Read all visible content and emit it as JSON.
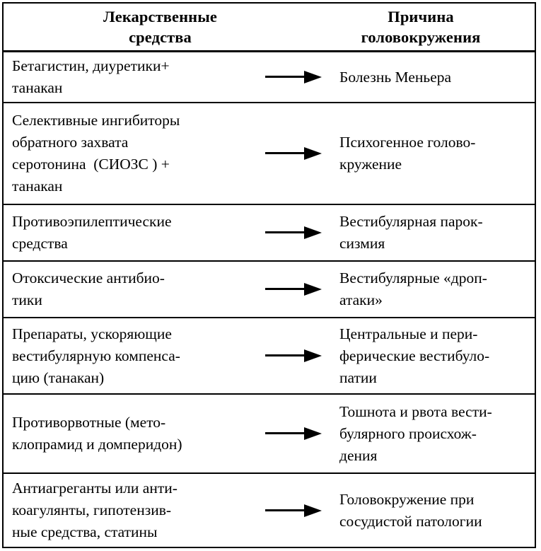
{
  "table": {
    "header": {
      "col_drugs": [
        "Лекарственные",
        "средства"
      ],
      "col_cause": [
        "Причина",
        "головокружения"
      ]
    },
    "arrow_icon": "right-arrow-icon",
    "rows": [
      {
        "drug": [
          "Бетагистин, диуретики+",
          "танакан"
        ],
        "cause": [
          "Болезнь Меньера"
        ]
      },
      {
        "drug": [
          "Селективные ингибиторы",
          "обратного захвата",
          "серотонина  (СИОЗС ) +",
          "танакан"
        ],
        "cause": [
          "Психогенное голово-",
          "кружение"
        ]
      },
      {
        "drug": [
          "Противоэпилептические",
          "средства"
        ],
        "cause": [
          "Вестибулярная парок-",
          "сизмия"
        ]
      },
      {
        "drug": [
          "Отоксические антибио-",
          "тики"
        ],
        "cause": [
          "Вестибулярные «дроп-",
          "атаки»"
        ]
      },
      {
        "drug": [
          "Препараты, ускоряющие",
          "вестибулярную компенса-",
          "цию (танакан)"
        ],
        "cause": [
          "Центральные и пери-",
          "ферические вестибуло-",
          "патии"
        ]
      },
      {
        "drug": [
          "Противорвотные (мето-",
          "клопрамид и домперидон)"
        ],
        "cause": [
          "Тошнота и рвота вести-",
          "булярного происхож-",
          "дения"
        ]
      },
      {
        "drug": [
          "Антиагреганты или анти-",
          "коагулянты, гипотензив-",
          "ные средства, статины"
        ],
        "cause": [
          "Головокружение при",
          "сосудистой патологии"
        ]
      }
    ]
  },
  "colors": {
    "ink": "#000000",
    "paper": "#ffffff"
  }
}
